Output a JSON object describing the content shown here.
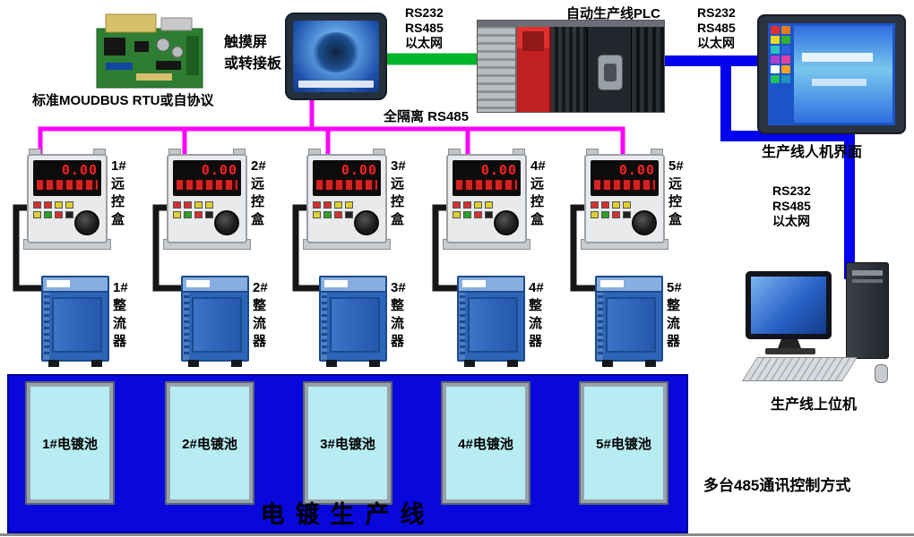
{
  "colors": {
    "bus_magenta": "#ff00ff",
    "ethernet_green": "#00b42a",
    "link_blue": "#0202ee",
    "cable_black": "#161616"
  },
  "labels": {
    "touch_panel": "触摸屏\n或转接板",
    "bus_protocol": "标准MOUDBUS RTU或自协议",
    "isolated_rs485": "全隔离  RS485",
    "plc": "自动生产线PLC",
    "link_left": "RS232\nRS485\n以太网",
    "link_right": "RS232\nRS485\n以太网",
    "link_host": "RS232\nRS485\n以太网",
    "hmi": "生产线人机界面",
    "host": "生产线上位机",
    "control_mode": "多台485通讯控制方式",
    "plating_line": "电镀生产线"
  },
  "remotes": [
    {
      "label": "1#\n远\n控\n盒",
      "display": "0.00"
    },
    {
      "label": "2#\n远\n控\n盒",
      "display": "0.00"
    },
    {
      "label": "3#\n远\n控\n盒",
      "display": "0.00"
    },
    {
      "label": "4#\n远\n控\n盒",
      "display": "0.00"
    },
    {
      "label": "5#\n远\n控\n盒",
      "display": "0.00"
    }
  ],
  "rectifiers": [
    {
      "label": "1#\n整\n流\n器"
    },
    {
      "label": "2#\n整\n流\n器"
    },
    {
      "label": "3#\n整\n流\n器"
    },
    {
      "label": "4#\n整\n流\n器"
    },
    {
      "label": "5#\n整\n流\n器"
    }
  ],
  "tanks": [
    {
      "label": "1#电镀池"
    },
    {
      "label": "2#电镀池"
    },
    {
      "label": "3#电镀池"
    },
    {
      "label": "4#电镀池"
    },
    {
      "label": "5#电镀池"
    }
  ]
}
